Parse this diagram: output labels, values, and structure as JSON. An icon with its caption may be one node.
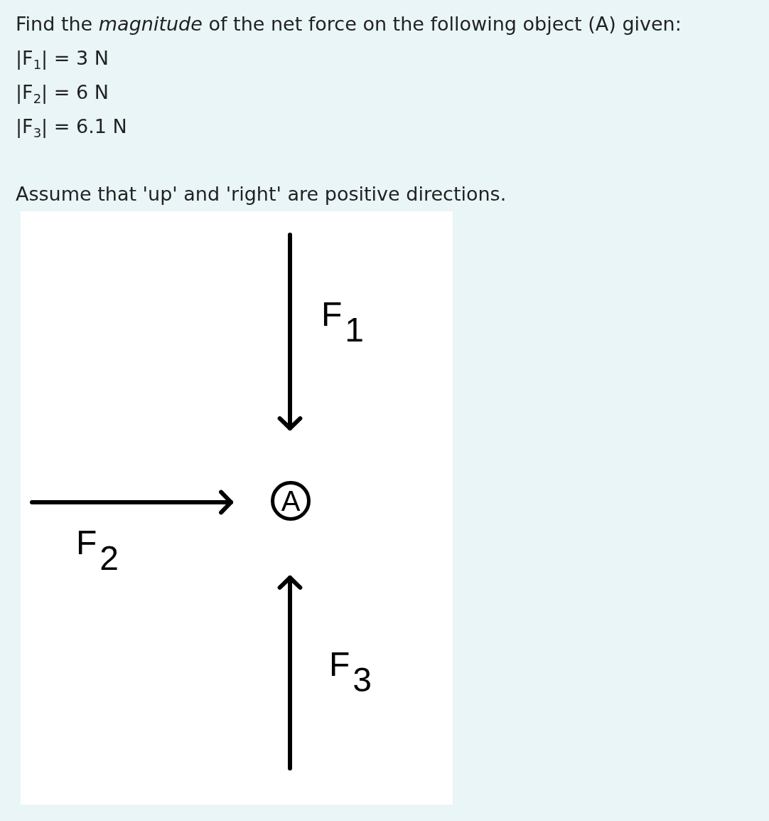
{
  "diagram": {
    "title": "Find the *magnitude* of the net force on the following object (A) given:",
    "nodes": [
      {
        "text": [
          "A"
        ]
      }
    ],
    "labels": [
      "|F$_{1}$| = 3 N",
      "|F$_{2}$| = 6 N",
      "|F$_{3}$| = 6.1 N",
      "Assume that 'up' and 'right' are positive directions.",
      "F$_{1}$",
      "F$_{2}$",
      "F$_{3}$"
    ]
  }
}
